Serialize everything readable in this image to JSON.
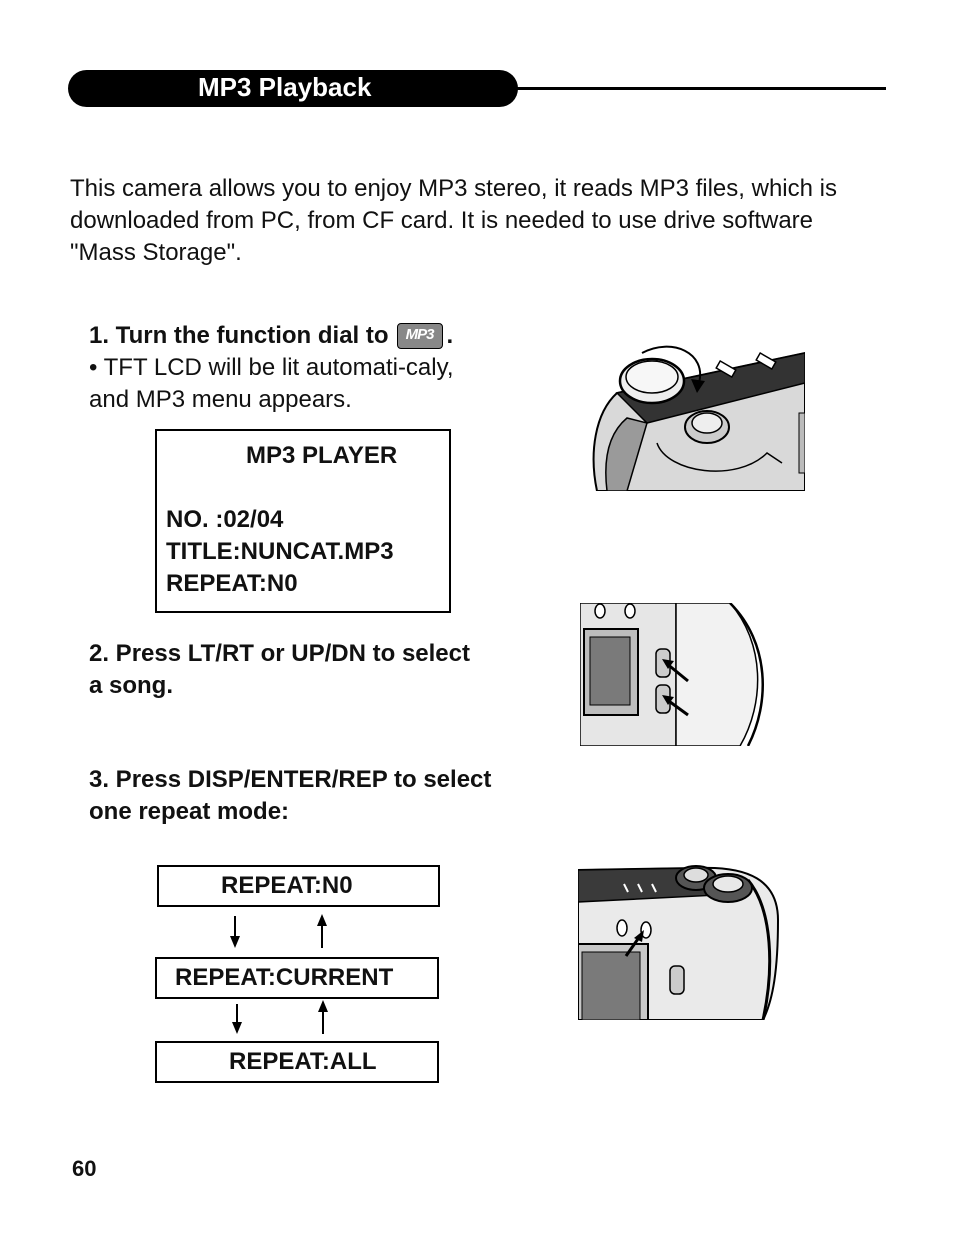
{
  "header": {
    "title": "MP3 Playback"
  },
  "intro": "This camera allows you to enjoy MP3 stereo, it reads MP3 files, which is downloaded from PC, from CF card. It is needed to use drive software \"Mass Storage\".",
  "step1": {
    "heading": "1. Turn the function dial to",
    "icon_label": "MP3",
    "heading_end": ".",
    "body": "• TFT LCD will be lit automati-caly, and MP3 menu appears."
  },
  "lcd_screen": {
    "title": "MP3 PLAYER",
    "number": "NO. :02/04",
    "title_line": "TITLE:NUNCAT.MP3",
    "repeat": "REPEAT:N0"
  },
  "step2": {
    "heading": "2. Press LT/RT or UP/DN to select a song."
  },
  "step3": {
    "heading": "3. Press DISP/ENTER/REP to select one repeat mode:"
  },
  "repeat_modes": [
    "REPEAT:N0",
    "REPEAT:CURRENT",
    "REPEAT:ALL"
  ],
  "page_number": "60",
  "icons": {
    "mp3": "mp3-mode-icon",
    "arrow_down": "arrow-down-icon",
    "arrow_up": "arrow-up-icon"
  }
}
